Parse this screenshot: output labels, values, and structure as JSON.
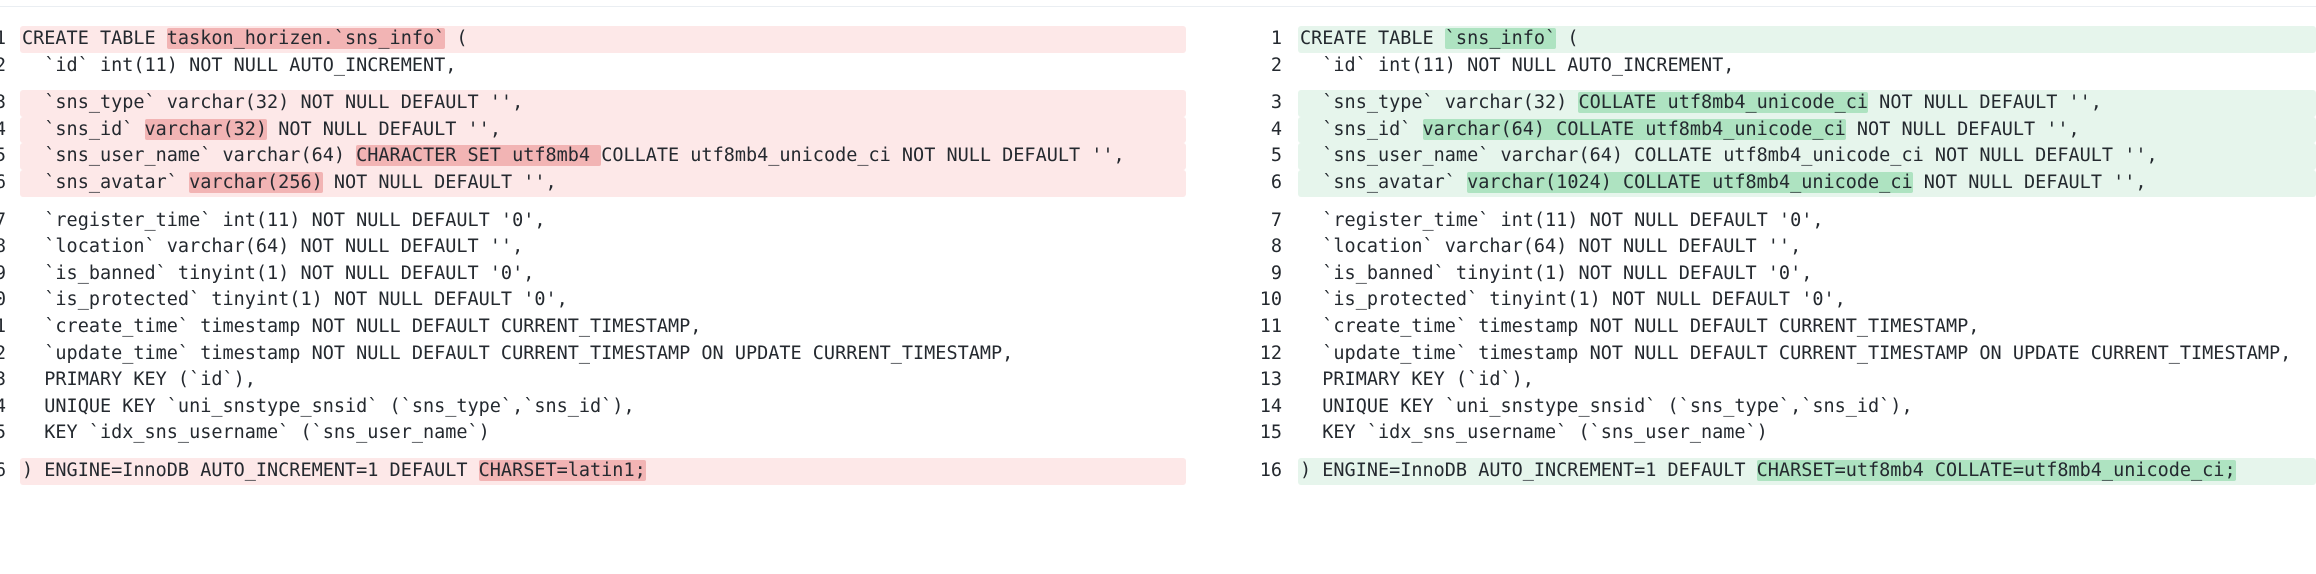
{
  "diff": {
    "left": {
      "lines": [
        {
          "num": "1",
          "changed": true,
          "segments": [
            {
              "text": "CREATE TABLE "
            },
            {
              "text": "taskon_horizen.`sns_info`",
              "hl": true
            },
            {
              "text": " ("
            }
          ]
        },
        {
          "num": "2",
          "changed": false,
          "segments": [
            {
              "text": "  `id` int(11) NOT NULL AUTO_INCREMENT,"
            }
          ]
        },
        {
          "gap": true
        },
        {
          "num": "3",
          "changed": true,
          "segments": [
            {
              "text": "  `sns_type` varchar(32) NOT NULL DEFAULT '',"
            }
          ]
        },
        {
          "num": "4",
          "changed": true,
          "segments": [
            {
              "text": "  `sns_id` "
            },
            {
              "text": "varchar(32)",
              "hl": true
            },
            {
              "text": " NOT NULL DEFAULT '',"
            }
          ]
        },
        {
          "num": "5",
          "changed": true,
          "segments": [
            {
              "text": "  `sns_user_name` varchar(64) "
            },
            {
              "text": "CHARACTER SET utf8mb4 ",
              "hl": true
            },
            {
              "text": "COLLATE utf8mb4_unicode_ci NOT NULL DEFAULT '',"
            }
          ]
        },
        {
          "num": "6",
          "changed": true,
          "segments": [
            {
              "text": "  `sns_avatar` "
            },
            {
              "text": "varchar(256)",
              "hl": true
            },
            {
              "text": " NOT NULL DEFAULT '',"
            }
          ]
        },
        {
          "gap": true
        },
        {
          "num": "7",
          "changed": false,
          "segments": [
            {
              "text": "  `register_time` int(11) NOT NULL DEFAULT '0',"
            }
          ]
        },
        {
          "num": "8",
          "changed": false,
          "segments": [
            {
              "text": "  `location` varchar(64) NOT NULL DEFAULT '',"
            }
          ]
        },
        {
          "num": "9",
          "changed": false,
          "segments": [
            {
              "text": "  `is_banned` tinyint(1) NOT NULL DEFAULT '0',"
            }
          ]
        },
        {
          "num": "0",
          "changed": false,
          "segments": [
            {
              "text": "  `is_protected` tinyint(1) NOT NULL DEFAULT '0',"
            }
          ]
        },
        {
          "num": "1",
          "changed": false,
          "segments": [
            {
              "text": "  `create_time` timestamp NOT NULL DEFAULT CURRENT_TIMESTAMP,"
            }
          ]
        },
        {
          "num": "2",
          "changed": false,
          "segments": [
            {
              "text": "  `update_time` timestamp NOT NULL DEFAULT CURRENT_TIMESTAMP ON UPDATE CURRENT_TIMESTAMP,"
            }
          ]
        },
        {
          "num": "3",
          "changed": false,
          "segments": [
            {
              "text": "  PRIMARY KEY (`id`),"
            }
          ]
        },
        {
          "num": "4",
          "changed": false,
          "segments": [
            {
              "text": "  UNIQUE KEY `uni_snstype_snsid` (`sns_type`,`sns_id`),"
            }
          ]
        },
        {
          "num": "5",
          "changed": false,
          "segments": [
            {
              "text": "  KEY `idx_sns_username` (`sns_user_name`)"
            }
          ]
        },
        {
          "gap": true
        },
        {
          "num": "6",
          "changed": true,
          "segments": [
            {
              "text": ") ENGINE=InnoDB AUTO_INCREMENT=1 DEFAULT "
            },
            {
              "text": "CHARSET=latin1;",
              "hl": true
            }
          ]
        }
      ]
    },
    "right": {
      "lines": [
        {
          "num": "1",
          "changed": true,
          "segments": [
            {
              "text": "CREATE TABLE "
            },
            {
              "text": "`sns_info`",
              "hl": true
            },
            {
              "text": " ("
            }
          ]
        },
        {
          "num": "2",
          "changed": false,
          "segments": [
            {
              "text": "  `id` int(11) NOT NULL AUTO_INCREMENT,"
            }
          ]
        },
        {
          "gap": true
        },
        {
          "num": "3",
          "changed": true,
          "segments": [
            {
              "text": "  `sns_type` varchar(32) "
            },
            {
              "text": "COLLATE utf8mb4_unicode_ci",
              "hl": true
            },
            {
              "text": " NOT NULL DEFAULT '',"
            }
          ]
        },
        {
          "num": "4",
          "changed": true,
          "segments": [
            {
              "text": "  `sns_id` "
            },
            {
              "text": "varchar(64) COLLATE utf8mb4_unicode_ci",
              "hl": true
            },
            {
              "text": " NOT NULL DEFAULT '',"
            }
          ]
        },
        {
          "num": "5",
          "changed": true,
          "segments": [
            {
              "text": "  `sns_user_name` varchar(64) COLLATE utf8mb4_unicode_ci NOT NULL DEFAULT '',"
            }
          ]
        },
        {
          "num": "6",
          "changed": true,
          "segments": [
            {
              "text": "  `sns_avatar` "
            },
            {
              "text": "varchar(1024) COLLATE utf8mb4_unicode_ci",
              "hl": true
            },
            {
              "text": " NOT NULL DEFAULT '',"
            }
          ]
        },
        {
          "gap": true
        },
        {
          "num": "7",
          "changed": false,
          "segments": [
            {
              "text": "  `register_time` int(11) NOT NULL DEFAULT '0',"
            }
          ]
        },
        {
          "num": "8",
          "changed": false,
          "segments": [
            {
              "text": "  `location` varchar(64) NOT NULL DEFAULT '',"
            }
          ]
        },
        {
          "num": "9",
          "changed": false,
          "segments": [
            {
              "text": "  `is_banned` tinyint(1) NOT NULL DEFAULT '0',"
            }
          ]
        },
        {
          "num": "10",
          "changed": false,
          "segments": [
            {
              "text": "  `is_protected` tinyint(1) NOT NULL DEFAULT '0',"
            }
          ]
        },
        {
          "num": "11",
          "changed": false,
          "segments": [
            {
              "text": "  `create_time` timestamp NOT NULL DEFAULT CURRENT_TIMESTAMP,"
            }
          ]
        },
        {
          "num": "12",
          "changed": false,
          "segments": [
            {
              "text": "  `update_time` timestamp NOT NULL DEFAULT CURRENT_TIMESTAMP ON UPDATE CURRENT_TIMESTAMP,"
            }
          ]
        },
        {
          "num": "13",
          "changed": false,
          "segments": [
            {
              "text": "  PRIMARY KEY (`id`),"
            }
          ]
        },
        {
          "num": "14",
          "changed": false,
          "segments": [
            {
              "text": "  UNIQUE KEY `uni_snstype_snsid` (`sns_type`,`sns_id`),"
            }
          ]
        },
        {
          "num": "15",
          "changed": false,
          "segments": [
            {
              "text": "  KEY `idx_sns_username` (`sns_user_name`)"
            }
          ]
        },
        {
          "gap": true
        },
        {
          "num": "16",
          "changed": true,
          "segments": [
            {
              "text": ") ENGINE=InnoDB AUTO_INCREMENT=1 DEFAULT "
            },
            {
              "text": "CHARSET=utf8mb4 COLLATE=utf8mb4_unicode_ci;",
              "hl": true
            }
          ]
        }
      ]
    }
  }
}
